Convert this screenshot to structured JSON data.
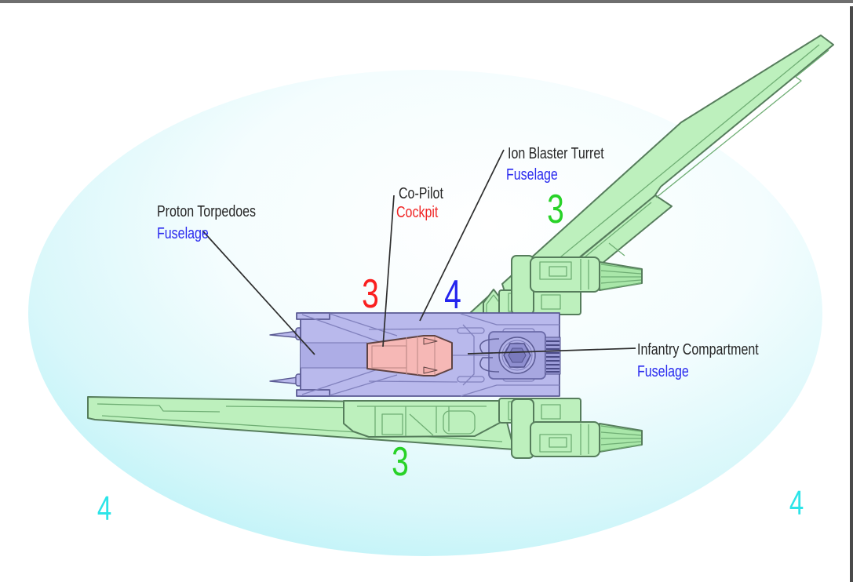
{
  "diagram": {
    "title": "starship-part-callout-diagram",
    "callouts": [
      {
        "part": "Proton Torpedoes",
        "location": "Fuselage",
        "location_color": "#2a2aef"
      },
      {
        "part": "Co-Pilot",
        "location": "Cockpit",
        "location_color": "#f02424"
      },
      {
        "part": "Ion Blaster Turret",
        "location": "Fuselage",
        "location_color": "#2a2aef"
      },
      {
        "part": "Infantry Compartment",
        "location": "Fuselage",
        "location_color": "#2a2aef"
      }
    ],
    "numbers": [
      {
        "value": "3",
        "color": "#fa2020",
        "position": "upper-center-left-of-fuselage"
      },
      {
        "value": "4",
        "color": "#2424ee",
        "position": "upper-center-above-fuselage"
      },
      {
        "value": "3",
        "color": "#28d228",
        "position": "beside-upper-wing"
      },
      {
        "value": "3",
        "color": "#28d228",
        "position": "below-lower-wing"
      },
      {
        "value": "4",
        "color": "#2ce4e8",
        "position": "bottom-left-shield-edge"
      },
      {
        "value": "4",
        "color": "#2ce4e8",
        "position": "bottom-right-shield-edge"
      }
    ],
    "colors": {
      "shield_edge": "#b0f1f7",
      "shield_mid": "#d8f7fa",
      "fuselage": "#b9b9ec",
      "fuselage_outline": "#5b5b94",
      "cockpit": "#f6b8b6",
      "cockpit_outline": "#5f4343",
      "wings_engines": "#bdf0bd",
      "wing_outline": "#567d5c",
      "text_black": "#262626"
    }
  }
}
